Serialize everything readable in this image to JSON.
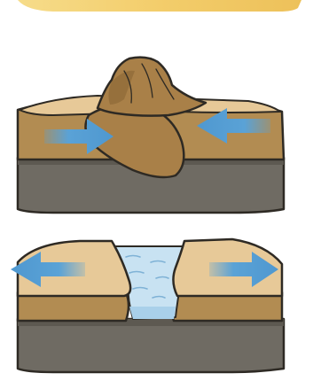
{
  "figure": {
    "icons": [
      "plate-collision",
      "plate-divergence"
    ],
    "colors": {
      "banner": "#f3cd6b",
      "crust_top": "#e7c998",
      "crust_side": "#b28c52",
      "plate_dark": "#a98048",
      "mantle": "#6f6b63",
      "mantle_dark": "#5d5951",
      "arrow": "#5aa2d6",
      "water": "#c8e2f2",
      "outline": "#2e2a24"
    },
    "panels": [
      {
        "id": "convergent",
        "motion": "toward",
        "features": [
          "mountain-uplift",
          "overlapping-plate"
        ]
      },
      {
        "id": "divergent",
        "motion": "apart",
        "features": [
          "rift-gap",
          "water-filled-rift"
        ]
      }
    ]
  }
}
